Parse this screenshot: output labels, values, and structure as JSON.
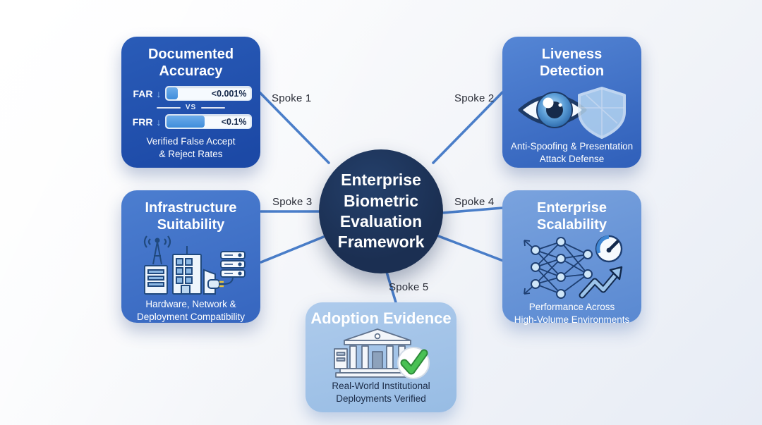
{
  "theme": {
    "bg_start": "#ffffff",
    "bg_end": "#e7ecf5",
    "line_color": "#4a7ec9",
    "hub_fill": "#1b2f52",
    "hub_text": "#ffffff",
    "da_start": "#2a5cb8",
    "da_end": "#1c49a6",
    "lv_start": "#5586d5",
    "lv_end": "#3161bb",
    "inf_start": "#4c7ed0",
    "inf_end": "#3767c0",
    "sc_start": "#7aa3de",
    "sc_end": "#5b8ad2",
    "ad_start": "#aecbec",
    "ad_end": "#97bce4",
    "bar_fill": "#3f8ddb",
    "check_green": "#3fae49"
  },
  "hub": {
    "title": "Enterprise\nBiometric\nEvaluation\nFramework"
  },
  "spokes": [
    {
      "label": "Spoke 1"
    },
    {
      "label": "Spoke 2"
    },
    {
      "label": "Spoke 3"
    },
    {
      "label": "Spoke 4"
    },
    {
      "label": "Spoke 5"
    }
  ],
  "boxes": {
    "documented_accuracy": {
      "title": "Documented\nAccuracy",
      "far": {
        "label": "FAR",
        "arrow_icon": "down-arrow",
        "value": "<0.001%"
      },
      "frr": {
        "label": "FRR",
        "arrow_icon": "down-arrow",
        "value": "<0.1%"
      },
      "vs_label": "vs",
      "subtitle": "Verified False Accept\n& Reject Rates"
    },
    "liveness_detection": {
      "title": "Liveness\nDetection",
      "icon": "eye-shield-icon",
      "subtitle": "Anti-Spoofing & Presentation\nAttack Defense"
    },
    "infrastructure_suitability": {
      "title": "Infrastructure\nSuitability",
      "icon": "city-network-power-icon",
      "subtitle": "Hardware, Network &\nDeployment Compatibility"
    },
    "enterprise_scalability": {
      "title": "Enterprise\nScalability",
      "icon": "network-gauge-growth-icon",
      "subtitle": "Performance Across\nHigh-Volume Environments"
    },
    "adoption_evidence": {
      "title": "Adoption Evidence",
      "icon": "institution-check-icon",
      "subtitle": "Real-World Institutional\nDeployments Verified"
    }
  }
}
